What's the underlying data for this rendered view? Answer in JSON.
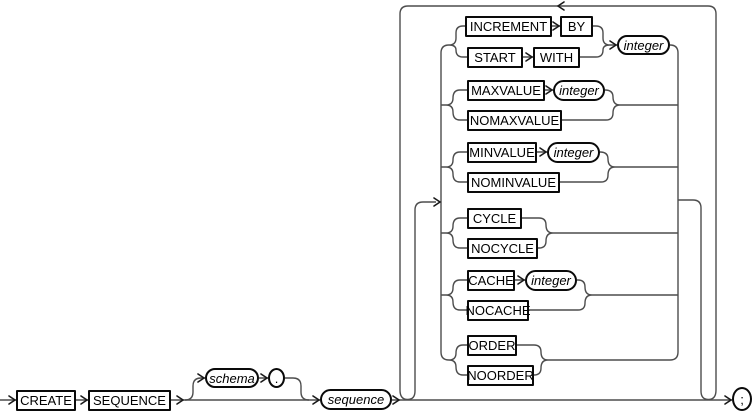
{
  "diagram": {
    "kind": "railroad-syntax-diagram",
    "statement": "CREATE SEQUENCE",
    "colors": {
      "background": "#ffffff",
      "line": "#4d4d4d",
      "arrow": "#1a1a1a",
      "box_border": "#0a0a0a",
      "box_fill": "#ffffff",
      "text": "#000000"
    },
    "start": {
      "create": "CREATE",
      "sequence_keyword": "SEQUENCE"
    },
    "schema_clause": {
      "schema": "schema",
      "dot": "."
    },
    "sequence_name": "sequence",
    "options": {
      "increment_start": {
        "increment": "INCREMENT",
        "by": "BY",
        "start": "START",
        "with": "WITH",
        "integer": "integer"
      },
      "maxvalue": {
        "maxvalue": "MAXVALUE",
        "integer": "integer",
        "nomaxvalue": "NOMAXVALUE"
      },
      "minvalue": {
        "minvalue": "MINVALUE",
        "integer": "integer",
        "nominvalue": "NOMINVALUE"
      },
      "cycle": {
        "cycle": "CYCLE",
        "nocycle": "NOCYCLE"
      },
      "cache": {
        "cache": "CACHE",
        "integer": "integer",
        "nocache": "NOCACHE"
      },
      "order": {
        "order": "ORDER",
        "noorder": "NOORDER"
      }
    },
    "terminator": ";"
  }
}
